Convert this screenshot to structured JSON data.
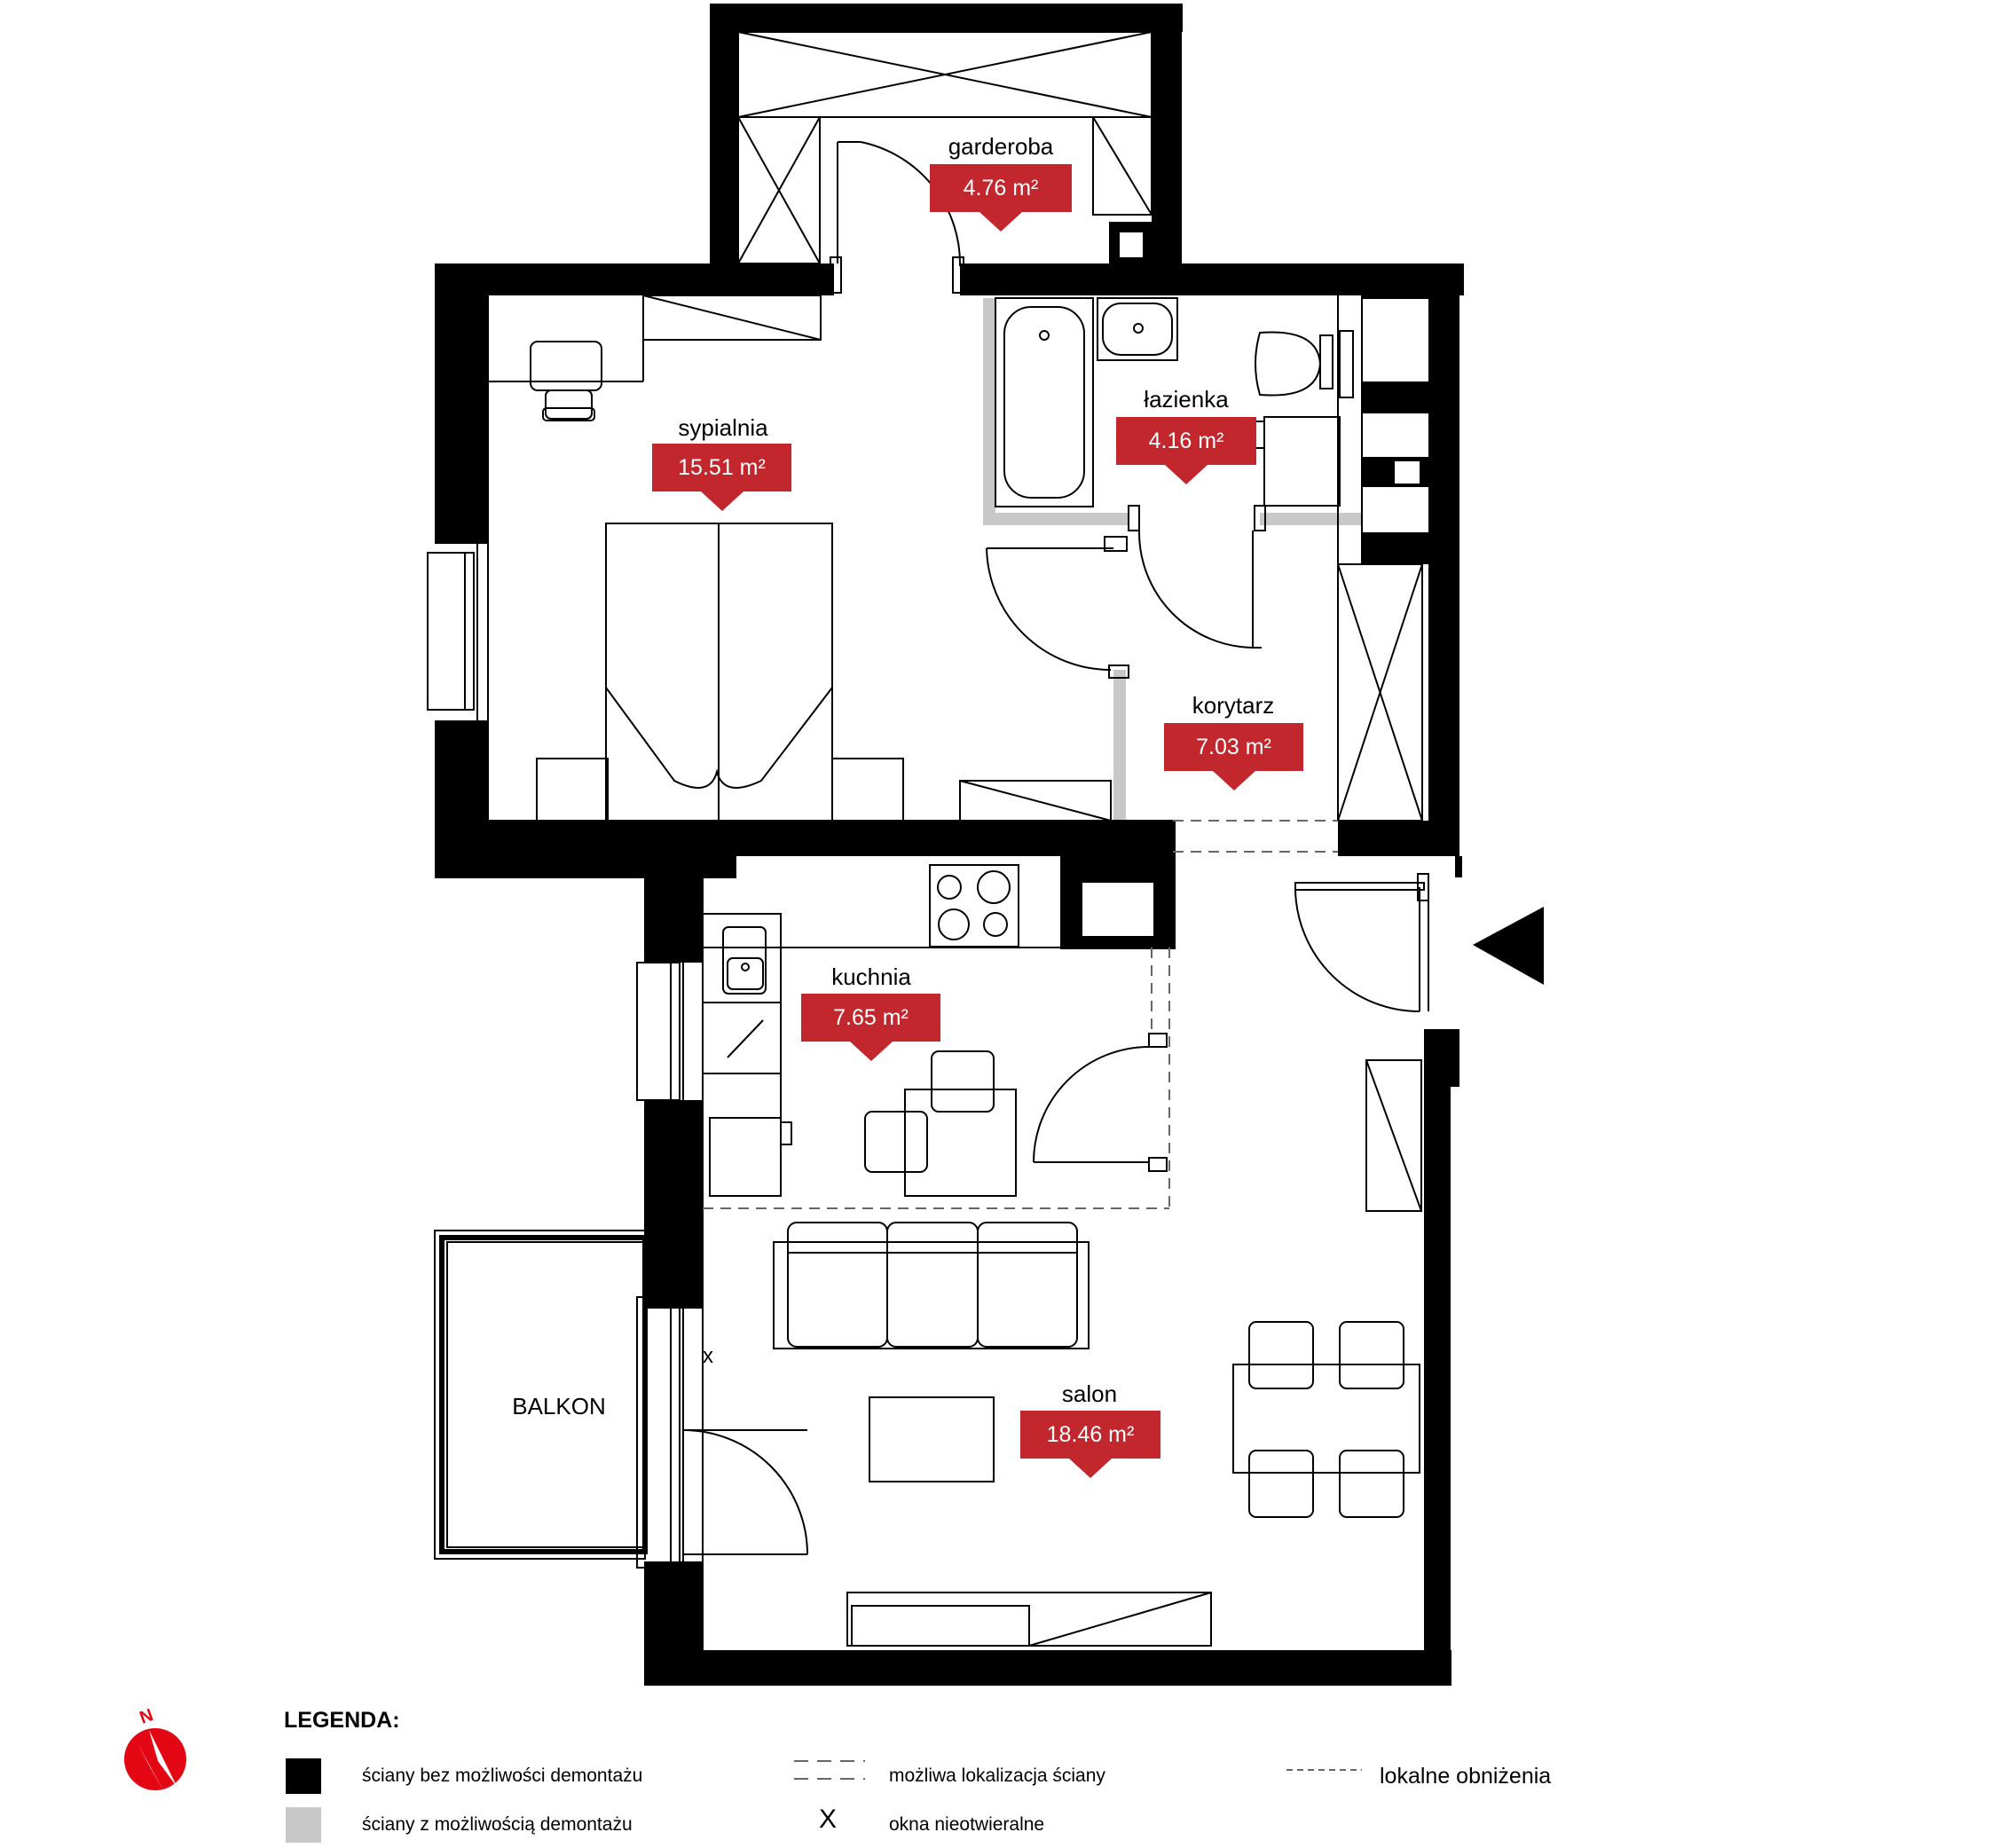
{
  "rooms": {
    "garderoba": {
      "name": "garderoba",
      "area": "4.76 m²"
    },
    "lazienka": {
      "name": "łazienka",
      "area": "4.16 m²"
    },
    "sypialnia": {
      "name": "sypialnia",
      "area": "15.51 m²"
    },
    "korytarz": {
      "name": "korytarz",
      "area": "7.03 m²"
    },
    "kuchnia": {
      "name": "kuchnia",
      "area": "7.65 m²"
    },
    "salon": {
      "name": "salon",
      "area": "18.46 m²"
    }
  },
  "balkon": "BALKON",
  "window_mark": "x",
  "compass": {
    "label": "N",
    "color": "#e30613"
  },
  "legend": {
    "title": "LEGENDA:",
    "wall_fixed": "ściany bez możliwości demontażu",
    "wall_removable": "ściany z możliwością demontażu",
    "wall_possible": "możliwa lokalizacja ściany",
    "windows_fixed_symbol": "X",
    "windows_fixed": "okna nieotwieralne",
    "local_lowering": "lokalne obniżenia"
  },
  "colors": {
    "badge": "#c1272d",
    "wall": "#000000",
    "removable_wall": "#c8c8c8"
  }
}
